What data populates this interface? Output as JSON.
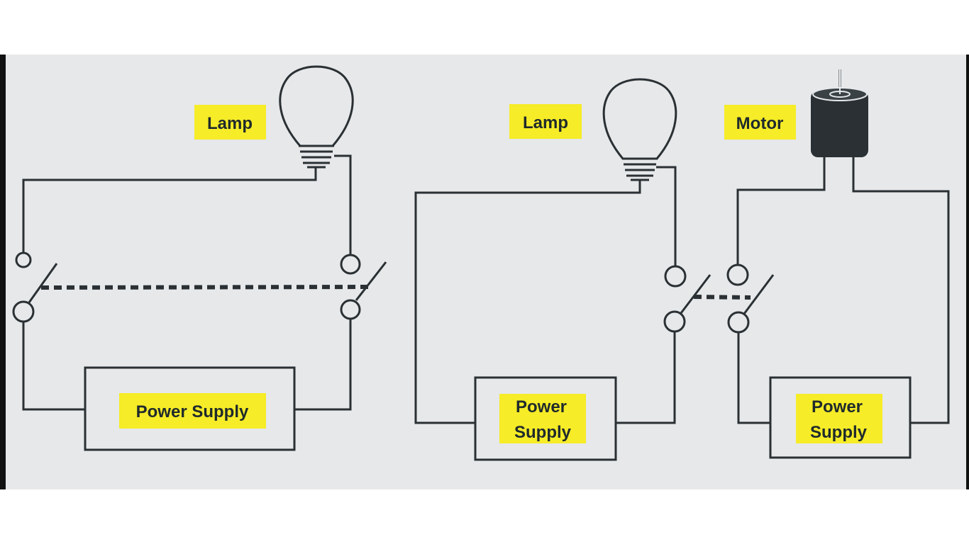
{
  "colors": {
    "background": "#e6e8ea",
    "wire": "#2a3033",
    "label_highlight": "#f6ec27",
    "motor_body": "#2a3033"
  },
  "icons": [
    "lamp-icon",
    "motor-icon",
    "switch-icon"
  ],
  "circuit_left": {
    "lamp_label": "Lamp",
    "supply_label": "Power Supply"
  },
  "circuit_middle": {
    "lamp_label": "Lamp",
    "supply_label_line1": "Power",
    "supply_label_line2": "Supply"
  },
  "circuit_right": {
    "motor_label": "Motor",
    "supply_label_line1": "Power",
    "supply_label_line2": "Supply"
  }
}
